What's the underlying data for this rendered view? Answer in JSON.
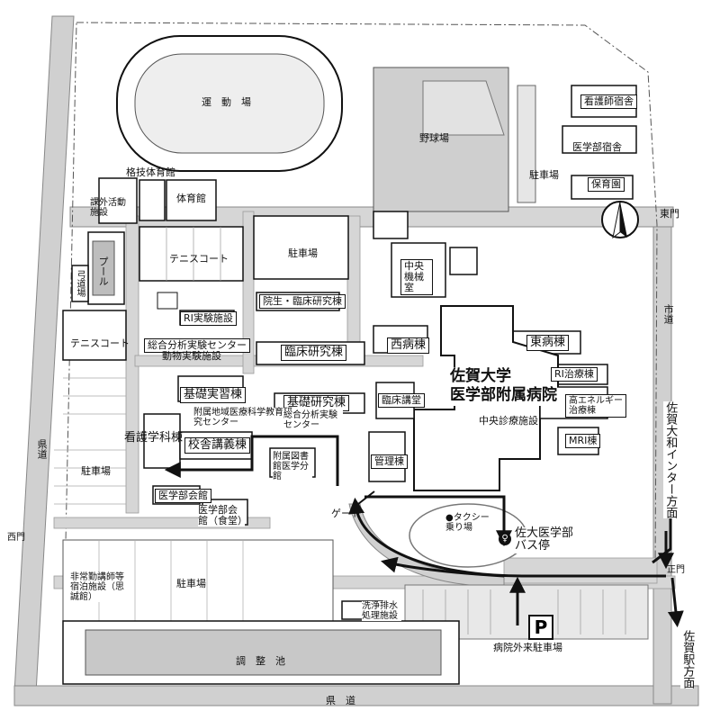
{
  "map": {
    "areas": {
      "stadium": "運　動　場",
      "baseball": "野球場",
      "nurse_dorm": "看護師宿舎",
      "med_dorm": "医学部宿舎",
      "parking_ne": "駐車場",
      "nursery": "保育園",
      "east_gate": "東門",
      "martial_gym": "格技体育館",
      "club": "課外活動施設",
      "gym": "体育館",
      "tennis_n": "テニスコート",
      "parking_c": "駐車場",
      "central_machine": "中央機械室",
      "pool": "プール",
      "archery": "弓道場",
      "ri_facility": "RI実験施設",
      "grad_bldg": "院生・臨床研究棟",
      "tennis_w": "テニスコート",
      "analysis": "総合分析実験センター",
      "animal": "動物実験施設",
      "clinical": "臨床研究棟",
      "west_ward": "西病棟",
      "east_ward": "東病棟",
      "hospital": "佐賀大学\n医学部附属病院",
      "ri_ward": "RI治療棟",
      "city_road": "市道",
      "basic_train": "基礎実習棟",
      "basic_research": "基礎研究棟",
      "lecture_hall": "臨床講堂",
      "high_energy": "高エネルギー治療棟",
      "regional": "附属地域医療科学教育研究センター",
      "analysis_center": "総合分析実験センター",
      "central_dx": "中央診療施設",
      "mri": "MRI棟",
      "nursing": "看護学科棟",
      "lecture_bldg": "校舎講義棟",
      "library": "附属図書館医学分館",
      "admin": "管理棟",
      "pref_road_w": "県道",
      "parking_w": "駐車場",
      "med_hall": "医学部会館",
      "med_hall2": "医学部会館（食堂）",
      "gate": "ゲート",
      "taxi": "●タクシー乗り場",
      "bus_stop": "佐大医学部バス停",
      "west_gate": "西門",
      "parking_sw": "駐車場",
      "lodging": "非常勤講師等宿泊施設（思誠館）",
      "main_gate": "正門",
      "wash": "洗浄排水処理施設",
      "outpatient_parking": "病院外来駐車場",
      "pond": "調　整　池",
      "pref_road_s": "県　道",
      "to_interchange": "佐賀大和インター方面",
      "to_station": "佐賀駅方面",
      "parking_symbol": "P"
    }
  }
}
